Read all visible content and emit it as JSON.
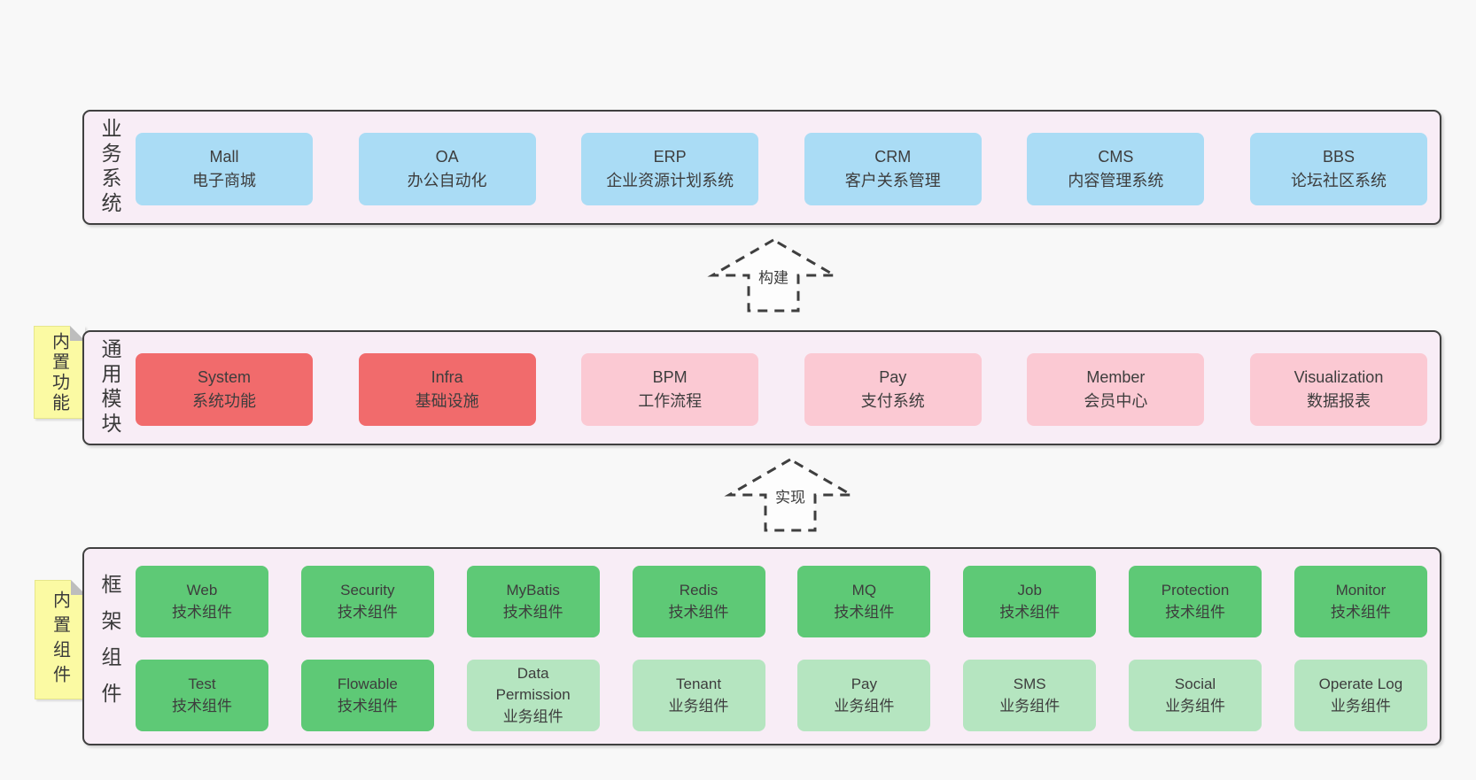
{
  "colors": {
    "background": "#f8f8f8",
    "container_fill": "#f8edf6",
    "container_border": "#404040",
    "box_blue": "#aadcf5",
    "box_red": "#f16b6c",
    "box_pink": "#fbc9d3",
    "box_green": "#5ec976",
    "box_light_green": "#b5e5c0",
    "sticky_yellow": "#fbfaa3",
    "text": "#3d3d3d"
  },
  "layers": [
    {
      "name": "business-systems",
      "side_label": "业务系统",
      "boxes": [
        {
          "en": "Mall",
          "zh": "电子商城",
          "variant": "blue"
        },
        {
          "en": "OA",
          "zh": "办公自动化",
          "variant": "blue"
        },
        {
          "en": "ERP",
          "zh": "企业资源计划系统",
          "variant": "blue"
        },
        {
          "en": "CRM",
          "zh": "客户关系管理",
          "variant": "blue"
        },
        {
          "en": "CMS",
          "zh": "内容管理系统",
          "variant": "blue"
        },
        {
          "en": "BBS",
          "zh": "论坛社区系统",
          "variant": "blue"
        }
      ]
    },
    {
      "name": "common-modules",
      "side_label": "通用模块",
      "sticky_note": "内置功能",
      "boxes": [
        {
          "en": "System",
          "zh": "系统功能",
          "variant": "red"
        },
        {
          "en": "Infra",
          "zh": "基础设施",
          "variant": "red"
        },
        {
          "en": "BPM",
          "zh": "工作流程",
          "variant": "pink"
        },
        {
          "en": "Pay",
          "zh": "支付系统",
          "variant": "pink"
        },
        {
          "en": "Member",
          "zh": "会员中心",
          "variant": "pink"
        },
        {
          "en": "Visualization",
          "zh": "数据报表",
          "variant": "pink"
        }
      ]
    },
    {
      "name": "framework-components",
      "side_label": "框架组件",
      "sticky_note": "内置组件",
      "rows": [
        [
          {
            "en": "Web",
            "zh": "技术组件",
            "variant": "green"
          },
          {
            "en": "Security",
            "zh": "技术组件",
            "variant": "green"
          },
          {
            "en": "MyBatis",
            "zh": "技术组件",
            "variant": "green"
          },
          {
            "en": "Redis",
            "zh": "技术组件",
            "variant": "green"
          },
          {
            "en": "MQ",
            "zh": "技术组件",
            "variant": "green"
          },
          {
            "en": "Job",
            "zh": "技术组件",
            "variant": "green"
          },
          {
            "en": "Protection",
            "zh": "技术组件",
            "variant": "green"
          },
          {
            "en": "Monitor",
            "zh": "技术组件",
            "variant": "green"
          }
        ],
        [
          {
            "en": "Test",
            "zh": "技术组件",
            "variant": "green"
          },
          {
            "en": "Flowable",
            "zh": "技术组件",
            "variant": "green"
          },
          {
            "en": "Data\nPermission",
            "zh": "业务组件",
            "variant": "lightgreen"
          },
          {
            "en": "Tenant",
            "zh": "业务组件",
            "variant": "lightgreen"
          },
          {
            "en": "Pay",
            "zh": "业务组件",
            "variant": "lightgreen"
          },
          {
            "en": "SMS",
            "zh": "业务组件",
            "variant": "lightgreen"
          },
          {
            "en": "Social",
            "zh": "业务组件",
            "variant": "lightgreen"
          },
          {
            "en": "Operate Log",
            "zh": "业务组件",
            "variant": "lightgreen"
          }
        ]
      ]
    }
  ],
  "arrows": [
    {
      "label": "构建"
    },
    {
      "label": "实现"
    }
  ]
}
